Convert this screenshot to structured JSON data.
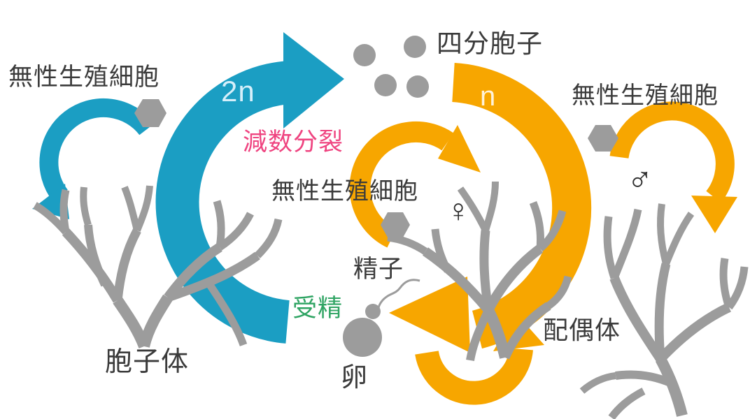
{
  "labels": {
    "asexual_cell_left": "無性生殖細胞",
    "asexual_cell_center": "無性生殖細胞",
    "asexual_cell_right": "無性生殖細胞",
    "tetraspore": "四分胞子",
    "meiosis": "減数分裂",
    "sporophyte": "胞子体",
    "gametophyte": "配偶体",
    "sperm": "精子",
    "egg": "卵",
    "fertilization": "受精",
    "ploidy_sporophyte": "2n",
    "ploidy_gametophyte": "n",
    "female_symbol": "♀",
    "male_symbol": "♂"
  },
  "colors": {
    "cycle_2n_blue": "#1b9ec3",
    "cycle_n_orange": "#f7a600",
    "organism_gray": "#9c9c9c",
    "label_text": "#3b3b3b",
    "meiosis_pink": "#ef4480",
    "fertilization_green": "#2fa463",
    "ploidy_2n_text": "#d6effa",
    "ploidy_n_text": "#fff2d9"
  }
}
